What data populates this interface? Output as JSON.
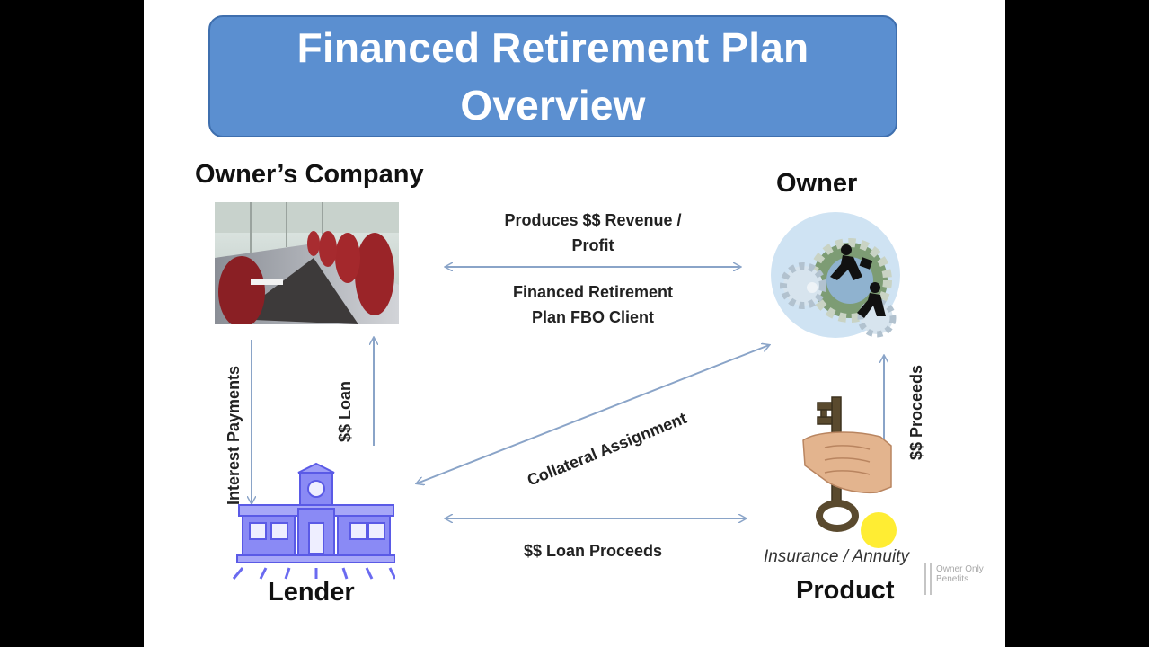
{
  "title": {
    "line1": "Financed Retirement Plan",
    "line2": "Overview"
  },
  "nodes": {
    "company": "Owner’s Company",
    "owner": "Owner",
    "lender": "Lender",
    "product": "Product",
    "product_type": "Insurance / Annuity"
  },
  "edges": {
    "revenue_line1": "Produces $$ Revenue /",
    "revenue_line2": "Profit",
    "plan_line1": "Financed Retirement",
    "plan_line2": "Plan FBO Client",
    "interest": "Interest Payments",
    "loan": "$$ Loan",
    "collateral": "Collateral Assignment",
    "proceeds": "$$ Proceeds",
    "loan_proceeds": "$$ Loan Proceeds"
  },
  "watermark": {
    "line1": "Owner Only",
    "line2": "Benefits"
  },
  "colors": {
    "title_fill": "#5b8fd0",
    "arrow": "#8aa4c8",
    "lender_icon": "#6a6af0"
  },
  "icons": {
    "company": "boardroom-chairs-photo",
    "owner": "gears-businessmen-icon",
    "lender": "bank-building-icon",
    "product": "hand-holding-key-icon"
  }
}
